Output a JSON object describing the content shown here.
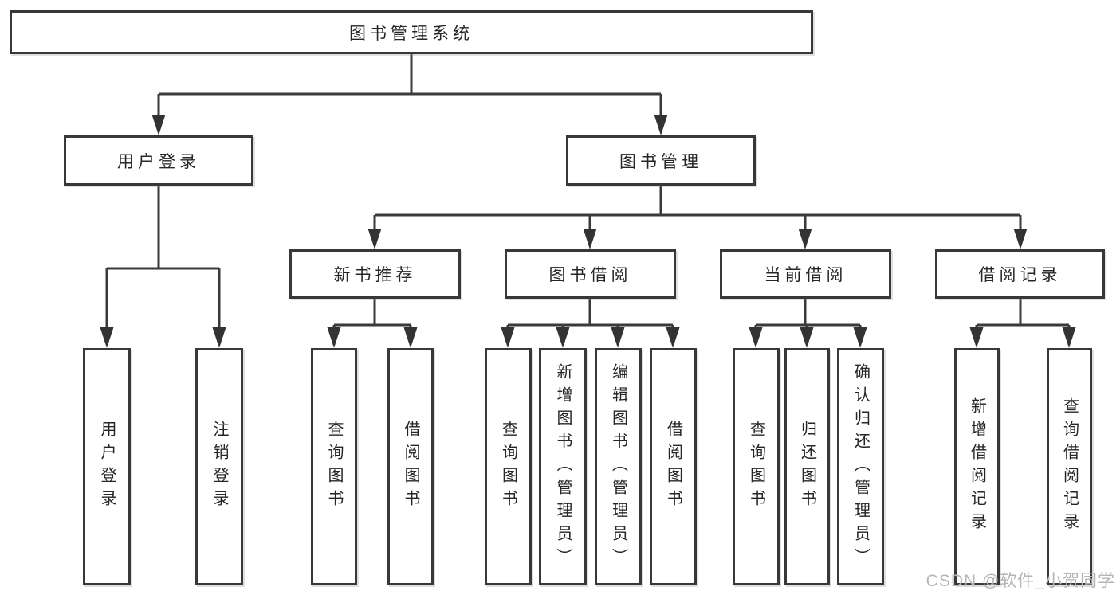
{
  "page": {
    "background": "#ffffff",
    "line_color": "#3a3a3a",
    "box_border_color": "#383838",
    "text_color": "#262626"
  },
  "diagram": {
    "type": "tree-hierarchy",
    "root": "图书管理系统",
    "level2": [
      "用户登录",
      "图书管理"
    ],
    "level3": [
      "新书推荐",
      "图书借阅",
      "当前借阅",
      "借阅记录"
    ],
    "leaves": {
      "user_login": [
        "用户登录",
        "注销登录"
      ],
      "new_books": [
        "查询图书",
        "借阅图书"
      ],
      "book_borrow": [
        "查询图书",
        "新增图书（管理员）",
        "编辑图书（管理员）",
        "借阅图书"
      ],
      "current_borrow": [
        "查询图书",
        "归还图书",
        "确认归还（管理员）"
      ],
      "borrow_records": [
        "新增借阅记录",
        "查询借阅记录"
      ]
    }
  },
  "watermark": {
    "text": "CSDN @软件_小贺同学",
    "color": "#b5b5b5"
  }
}
